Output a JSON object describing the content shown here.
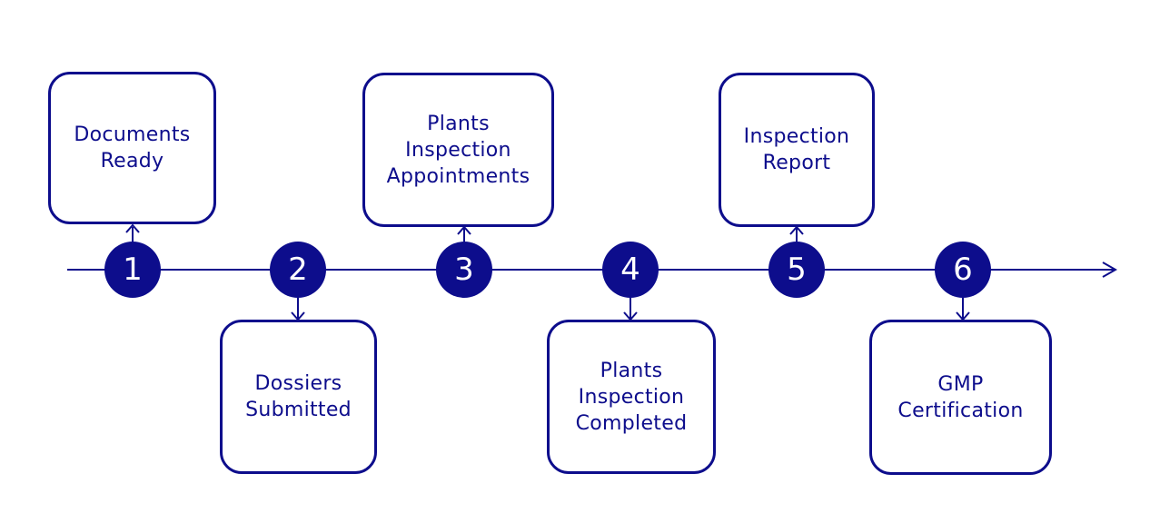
{
  "colors": {
    "primary": "#0d0d8c",
    "background": "#ffffff",
    "number_text": "#ffffff"
  },
  "steps": [
    {
      "number": "1",
      "label": "Documents\nReady",
      "position": "above"
    },
    {
      "number": "2",
      "label": "Dossiers\nSubmitted",
      "position": "below"
    },
    {
      "number": "3",
      "label": "Plants\nInspection\nAppointments",
      "position": "above"
    },
    {
      "number": "4",
      "label": "Plants\nInspection\nCompleted",
      "position": "below"
    },
    {
      "number": "5",
      "label": "Inspection\nReport",
      "position": "above"
    },
    {
      "number": "6",
      "label": "GMP\nCertification",
      "position": "below"
    }
  ]
}
